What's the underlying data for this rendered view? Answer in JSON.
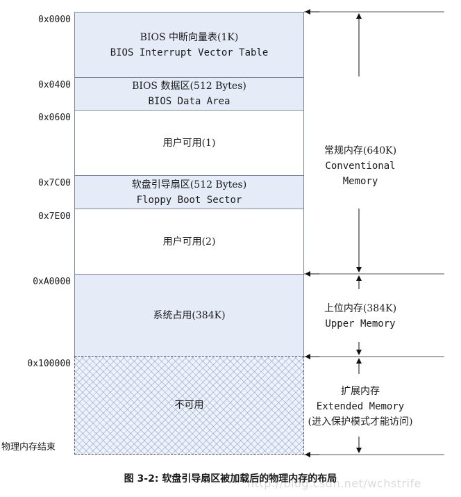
{
  "addresses": [
    "0x0000",
    "0x0400",
    "0x0600",
    "0x7C00",
    "0x7E00",
    "0xA0000",
    "0x100000"
  ],
  "memory_end_label": "物理内存结束",
  "blocks": [
    {
      "zh": "BIOS 中断向量表(1K)",
      "en": "BIOS Interrupt Vector Table"
    },
    {
      "zh": "BIOS 数据区(512 Bytes)",
      "en": "BIOS Data Area"
    },
    {
      "zh": "用户可用(1)"
    },
    {
      "zh": "软盘引导扇区(512 Bytes)",
      "en": "Floppy Boot Sector"
    },
    {
      "zh": "用户可用(2)"
    },
    {
      "zh": "系统占用(384K)"
    },
    {
      "zh": "不可用"
    }
  ],
  "regions": {
    "conventional": {
      "zh": "常规内存(640K)",
      "en": "Conventional Memory"
    },
    "upper": {
      "zh": "上位内存(384K)",
      "en": "Upper Memory"
    },
    "extended": {
      "zh": "扩展内存",
      "en": "Extended Memory",
      "note": "(进入保护模式才能访问)"
    }
  },
  "caption": "图 3-2: 软盘引导扇区被加载后的物理内存的布局",
  "watermark": "http://blog.csdn.net/wchstrife"
}
